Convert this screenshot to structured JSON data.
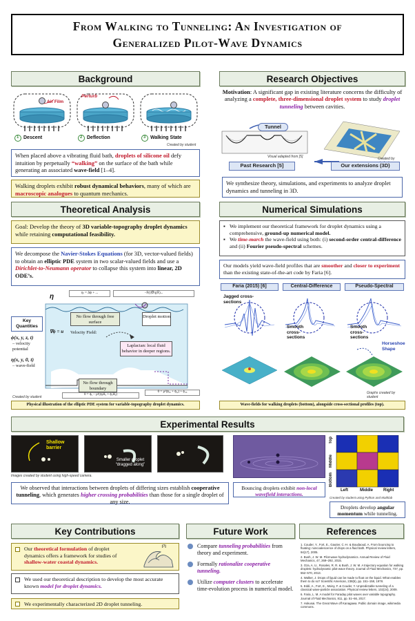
{
  "title": {
    "line1": "From Walking to Tunneling: An Investigation of",
    "line2": "Generalized Pilot-Wave Dynamics"
  },
  "background": {
    "heading": "Background",
    "steps": [
      {
        "num": "1",
        "label": "Descent"
      },
      {
        "num": "2",
        "label": "Deflection"
      },
      {
        "num": "3",
        "label": "Walking State"
      }
    ],
    "air_film": "Air Film",
    "perturb": "Perturb",
    "credit": "Created by student",
    "para1_a": "When placed above a vibrating fluid bath, ",
    "para1_b": "droplets of silicone oil",
    "para1_c": " defy intuition by perpetually ",
    "para1_d": "“walking”",
    "para1_e": " on the surface of the bath while generating an associated ",
    "para1_f": "wave-field",
    "para1_g": " [1–4].",
    "para2_a": "Walking droplets exhibit ",
    "para2_b": "robust dynamical behaviors",
    "para2_c": ", many of which are ",
    "para2_d": "macroscopic analogues",
    "para2_e": " to quantum mechanics."
  },
  "objectives": {
    "heading": "Research Objectives",
    "mot_a": "Motivation",
    "mot_b": ": A significant gap in existing literature concerns the difficulty of analyzing a ",
    "mot_c": "complete, three-dimensional droplet system",
    "mot_d": " to study ",
    "mot_e": "droplet tunneling",
    "mot_f": " between cavities.",
    "tunnel": "Tunnel",
    "visual": "Visual adapted from [5]",
    "credit": "Created by student",
    "past": "Past Research [5]",
    "ext": "Our extensions (3D)",
    "synth": "We synthesize theory, simulations, and experiments to analyze droplet dynamics and tunneling in 3D."
  },
  "theory": {
    "heading": "Theoretical Analysis",
    "goal_a": "Goal: Develop the theory of ",
    "goal_b": "3D variable-topography droplet dynamics",
    "goal_c": " while retaining ",
    "goal_d": "computational feasibility.",
    "dec_a": "We decompose the ",
    "dec_b": "Navier-Stokes Equations",
    "dec_c": " (for 3D, vector-valued fields) to obtain an ",
    "dec_d": "elliptic PDE",
    "dec_e": " system in two scalar-valued fields and use a ",
    "dec_f": "Dirichlet-to-Neumann operator",
    "dec_g": " to collapse this system into ",
    "dec_h": "linear, 2D ODE’s.",
    "key": "Key Quantities",
    "phi": "ϕ(x, y, z, t)",
    "phi_desc": "– velocity potential",
    "eta": "η(x, y, 0, t)",
    "eta_desc": "– wave-field",
    "noflow_top": "No flow through free surface",
    "motion": "Droplet motion",
    "vel": "Velocity Field:",
    "lap": "Laplacian: local fluid behavior in deeper regions.",
    "noflow_bot": "No flow through boundary",
    "eta_sym": "η",
    "gradphi": "∇ϕ = u",
    "eq1": "ηₜ = Δϕ + ...",
    "eq2": "−F(t)∇η(X⃗)...",
    "eq3": "0 = ϕᵧ − μ²(ϕₓHₓ + ϕᵧHᵧ)",
    "eq4": "0 = μ²(ϕₓₓ + ϕᵧᵧ) + ϕᵤᵤ",
    "credit": "Created by student",
    "caption": "Physical illustration of the elliptic PDE system for variable-topography droplet dynamics."
  },
  "numerical": {
    "heading": "Numerical Simulations",
    "b1_a": "We implement our theoretical framework for droplet dynamics using a comprehensive, ",
    "b1_b": "ground-up numerical model.",
    "b2_a": "We ",
    "b2_b": "time-march",
    "b2_c": " the wave-field using both: (i) ",
    "b2_d": "second-order central-difference",
    "b2_e": " and (ii) ",
    "b2_f": "Fourier pseudo-spectral",
    "b2_g": " schemes.",
    "prof_a": "Our models yield wave-field profiles that are ",
    "prof_b": "smoother",
    "prof_c": " and ",
    "prof_d": "closer to experiment",
    "prof_e": " than the existing state-of-the-art code by Faria [6].",
    "cols": [
      "Faria (2015) [6]",
      "Central-Difference",
      "Pseudo-Spectral"
    ],
    "jagged": "Jagged cross-sections",
    "smooth": "Smooth cross-sections",
    "horseshoe": "Horseshoe Shape",
    "credit": "Graphs created by student",
    "caption": "Wave-fields for walking droplets (bottom), alongside cross-sectional profiles (top)."
  },
  "experimental": {
    "heading": "Experimental Results",
    "shallow": "Shallow barrier",
    "smaller": "Smaller droplet “dragged along”",
    "cap1": "Images created by student using high-speed camera.",
    "obs_a": "We observed that interactions between droplets of differing sizes establish ",
    "obs_b": "cooperative tunneling",
    "obs_c": ", which generates ",
    "obs_d": "higher crossing probabilities",
    "obs_e": " than those for a single droplet of any size.",
    "bounce_a": "Bouncing droplets exhibit ",
    "bounce_b": "non-local wavefield interactions.",
    "ang_a": "Droplets develop ",
    "ang_b": "angular momentum",
    "ang_c": " while tunneling.",
    "cap2": "Created by student using Python and Mathlab",
    "grid_rows": [
      "Top",
      "Middle",
      "Bottom"
    ],
    "grid_cols": [
      "Left",
      "Middle",
      "Right"
    ],
    "grid_colors": [
      "#1a2fb4",
      "#f2d000",
      "#1a2fb4",
      "#f2d000",
      "#b83a8e",
      "#f2d000",
      "#2b3ab0",
      "#f2d000",
      "#1a2fb4"
    ]
  },
  "contrib": {
    "heading": "Key Contributions",
    "c1_a": "Our ",
    "c1_b": "theoretical formulation",
    "c1_c": " of droplet dynamics offers a framework for studies of ",
    "c1_d": "shallow-water coastal dynamics.",
    "c1_ref": "[7]",
    "c2_a": "We used our theoretical description to develop the most accurate known ",
    "c2_b": "model for droplet dynamics.",
    "c3": "We experimentally characterized 2D droplet tunneling."
  },
  "future": {
    "heading": "Future Work",
    "f1_a": "Compare ",
    "f1_b": "tunneling probabilities",
    "f1_c": " from theory and experiment.",
    "f2_a": "Formally ",
    "f2_b": "rationalize cooperative tunneling.",
    "f3_a": "Utilize ",
    "f3_b": "computer clusters",
    "f3_c": " to accelerate time-evolution process in numerical model."
  },
  "references": {
    "heading": "References",
    "items": [
      "1.  Couder, Y., Fort, E., Gautier, C.-H. & Boudaoud, A. From bouncing to floating: noncoalescence of drops on a fluid bath. Physical review letters, 94(17), 2005.",
      "2.  Bush, J. W. M. Pilot-wave hydrodynamics. Annual Review of Fluid Mechanics, 47, 269–292, 2015.",
      "3.  Oza, A. U., Rosales, R. R. & Bush, J. W. M. A trajectory equation for walking droplets: hydrodynamic pilot-wave theory. Journal of Fluid Mechanics, 737, pp. 552–570, 2013.",
      "4.  Walker, J. Drops of liquid can be made to float on the liquid. What enables them to do so? Scientific American, 238(6), pp. 151–158, 1978.",
      "5.  Eddi, A., Fort, E., Moisy, F. & Couder, Y. Unpredictable tunneling of a classical wave-particle association. Physical review letters, 102(24), 2009.",
      "6.  Faria, L. M. A model for Faraday pilot waves over variable topography. Journal of Fluid Mechanics, 811, pp. 51–66, 2017.",
      "7.  Hokusai. The Great Wave off Kanagawa. Public domain image, wikimedia commons."
    ]
  }
}
